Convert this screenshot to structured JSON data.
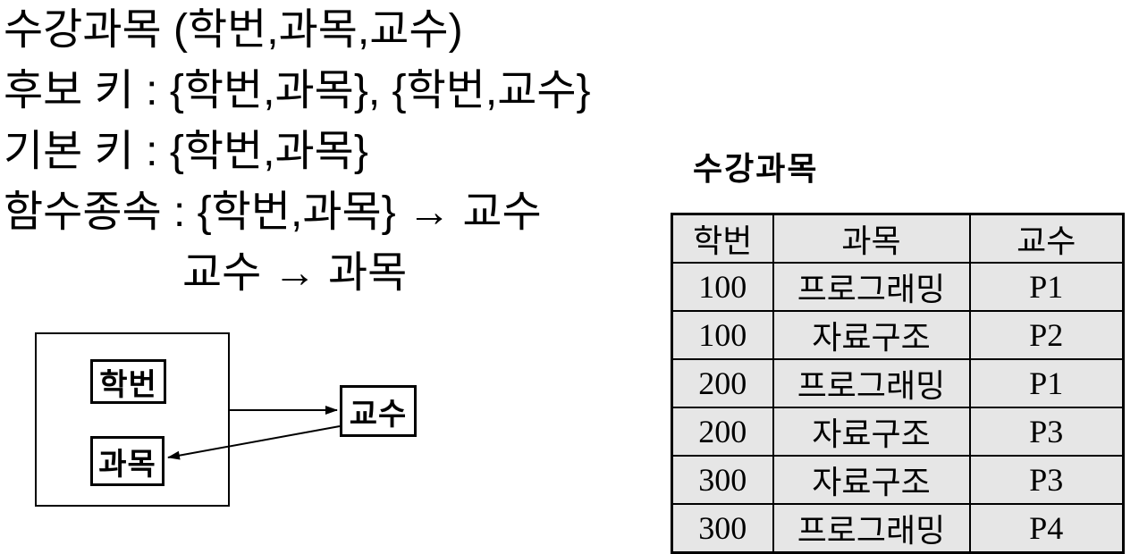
{
  "colors": {
    "background": "#ffffff",
    "text": "#000000",
    "table_cell_bg": "#e6e6e6",
    "line": "#000000"
  },
  "definition": {
    "lines": [
      "수강과목 (학번,과목,교수)",
      "후보 키 : {학번,과목}, {학번,교수}",
      "기본 키 : {학번,과목}",
      "함수종속 : {학번,과목} → 교수",
      "교수 → 과목"
    ]
  },
  "diagram": {
    "nodes": {
      "student_id": "학번",
      "subject": "과목",
      "professor": "교수"
    },
    "edges": [
      {
        "from": "relation-box",
        "to": "professor"
      },
      {
        "from": "professor",
        "to": "subject"
      }
    ]
  },
  "table": {
    "title": "수강과목",
    "columns": [
      "학번",
      "과목",
      "교수"
    ],
    "rows": [
      [
        "100",
        "프로그래밍",
        "P1"
      ],
      [
        "100",
        "자료구조",
        "P2"
      ],
      [
        "200",
        "프로그래밍",
        "P1"
      ],
      [
        "200",
        "자료구조",
        "P3"
      ],
      [
        "300",
        "자료구조",
        "P3"
      ],
      [
        "300",
        "프로그래밍",
        "P4"
      ]
    ]
  }
}
